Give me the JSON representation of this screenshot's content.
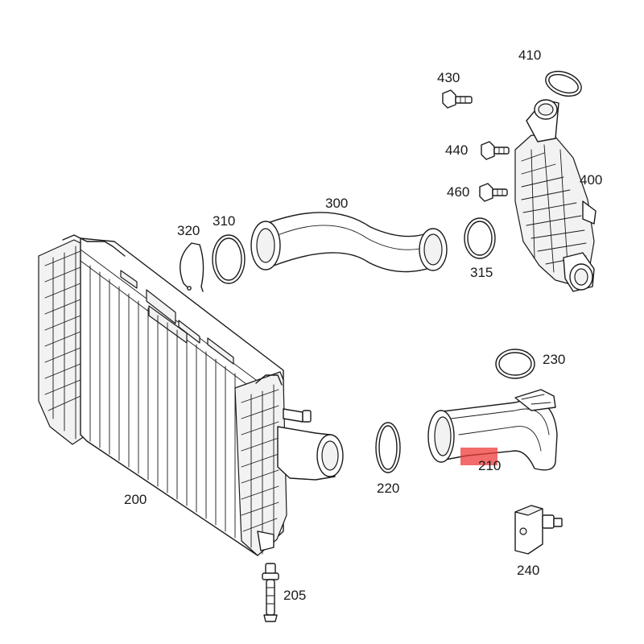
{
  "callouts": {
    "p200": "200",
    "p205": "205",
    "p210": "210",
    "p220": "220",
    "p230": "230",
    "p240": "240",
    "p300": "300",
    "p310": "310",
    "p315": "315",
    "p320": "320",
    "p400": "400",
    "p410": "410",
    "p430": "430",
    "p440": "440",
    "p460": "460"
  },
  "colors": {
    "line": "#1a1a1a",
    "highlight": "#ee3b3b"
  }
}
